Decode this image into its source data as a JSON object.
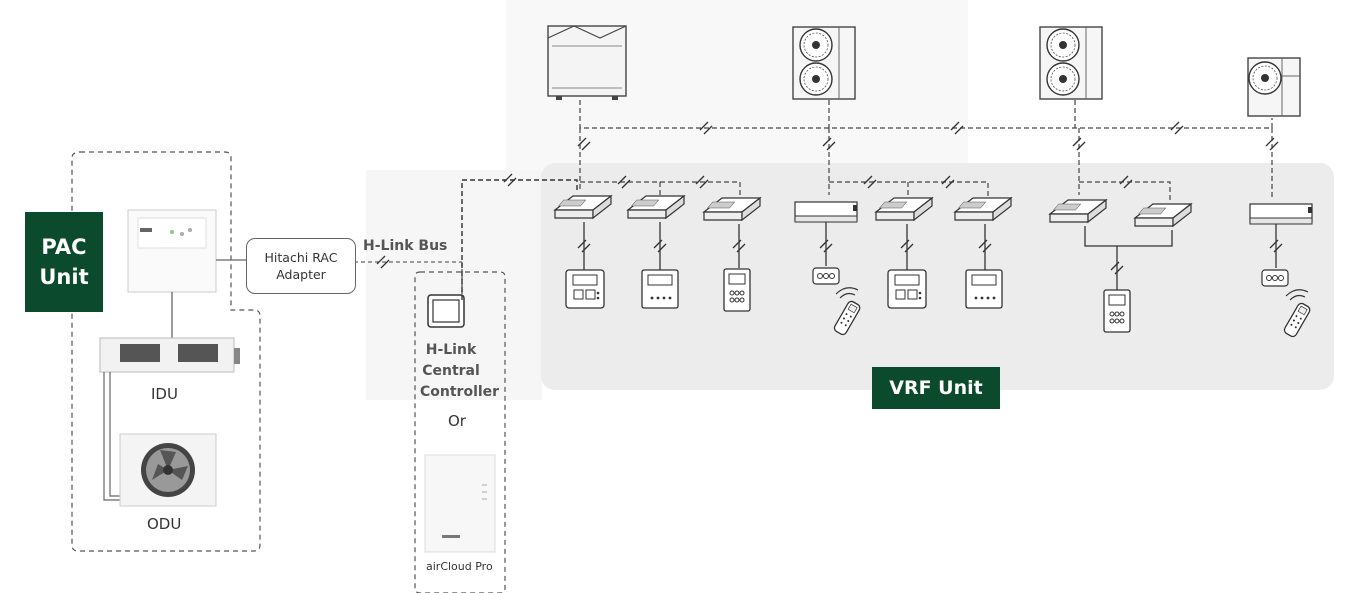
{
  "pac_unit": {
    "line1": "PAC",
    "line2": "Unit"
  },
  "vrf_unit": {
    "label": "VRF Unit"
  },
  "adapter": {
    "line1": "Hitachi RAC",
    "line2": "Adapter"
  },
  "bus_label": "H-Link Bus",
  "controller": {
    "line1": "H-Link",
    "line2": "Central",
    "line3": "Controller"
  },
  "or_label": "Or",
  "idu_label": "IDU",
  "odu_label": "ODU",
  "aircloud_label": "airCloud Pro",
  "colors": {
    "badge_green": "#0b4a2c",
    "vrf_panel": "#ececec",
    "line": "#555555"
  },
  "icons": [
    "outdoor-unit-icon",
    "fan-icon",
    "cassette-unit-icon",
    "ducted-unit-icon",
    "wall-controller-icon",
    "remote-control-icon",
    "touch-controller-icon",
    "gateway-icon"
  ]
}
